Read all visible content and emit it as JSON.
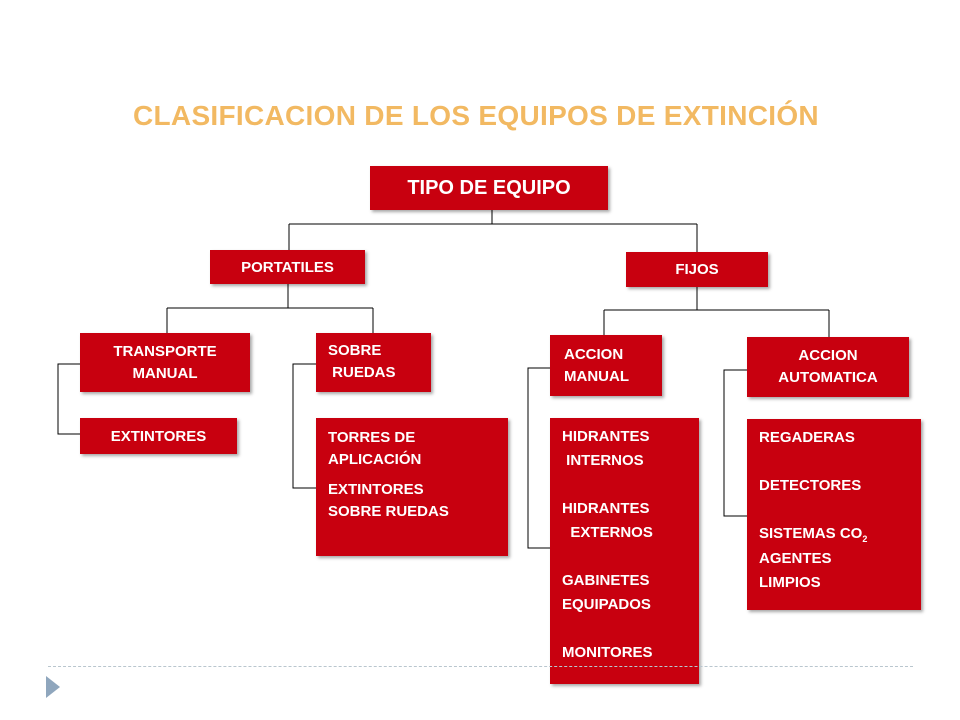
{
  "title": "CLASIFICACION DE LOS EQUIPOS DE EXTINCIÓN",
  "root": "TIPO DE EQUIPO",
  "portatiles": {
    "label": "PORTATILES",
    "transporte_manual": [
      "TRANSPORTE",
      "MANUAL"
    ],
    "transporte_items": [
      "EXTINTORES"
    ],
    "sobre_ruedas": [
      "SOBRE",
      " RUEDAS"
    ],
    "ruedas_items": [
      "TORRES DE",
      "APLICACIÓN",
      "",
      "EXTINTORES",
      "SOBRE RUEDAS"
    ]
  },
  "fijos": {
    "label": "FIJOS",
    "accion_manual": [
      "ACCION",
      "MANUAL"
    ],
    "manual_items": [
      "HIDRANTES",
      " INTERNOS",
      "",
      "HIDRANTES",
      "  EXTERNOS",
      "",
      "GABINETES",
      "EQUIPADOS",
      "",
      "MONITORES"
    ],
    "accion_automatica": [
      "ACCION",
      "AUTOMATICA"
    ],
    "automatica_items": [
      "REGADERAS",
      "",
      "DETECTORES",
      "",
      "SISTEMAS CO",
      "AGENTES",
      "LIMPIOS"
    ],
    "co2_subscript": "2"
  },
  "colors": {
    "box": "#c8000f",
    "title": "#f2b962",
    "text": "#ffffff",
    "line": "#000000"
  }
}
